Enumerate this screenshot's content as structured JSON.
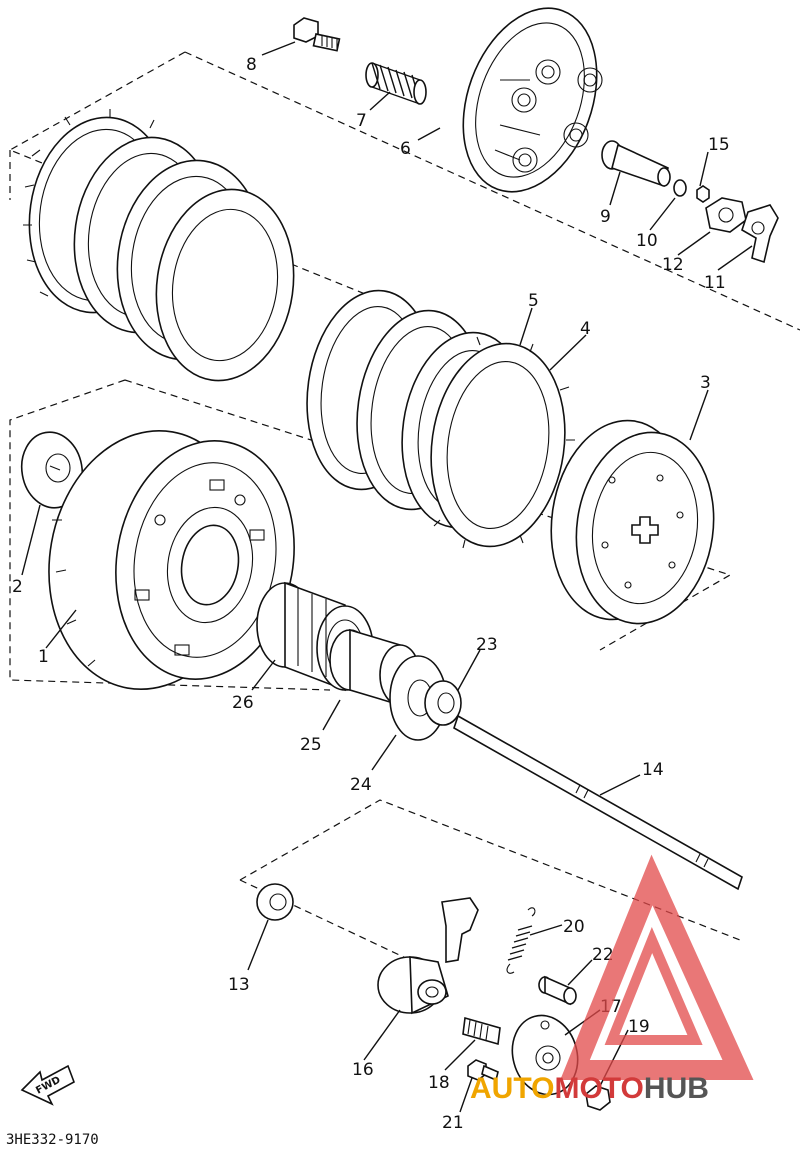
{
  "diagram": {
    "part_numbers": [
      "1",
      "2",
      "3",
      "4",
      "5",
      "6",
      "7",
      "8",
      "9",
      "10",
      "11",
      "12",
      "13",
      "14",
      "15",
      "16",
      "17",
      "18",
      "19",
      "20",
      "21",
      "22",
      "23",
      "24",
      "25",
      "26"
    ],
    "drawing_code": "3HE332-9170",
    "fwd_label": "FWD",
    "watermark": {
      "part1": "AUTO",
      "part2": "MOTO",
      "part3": "HUB",
      "colors": {
        "auto": "#f0a500",
        "moto": "#d23a3a",
        "hub": "#555555",
        "triangle": "#e24a4a"
      }
    }
  }
}
